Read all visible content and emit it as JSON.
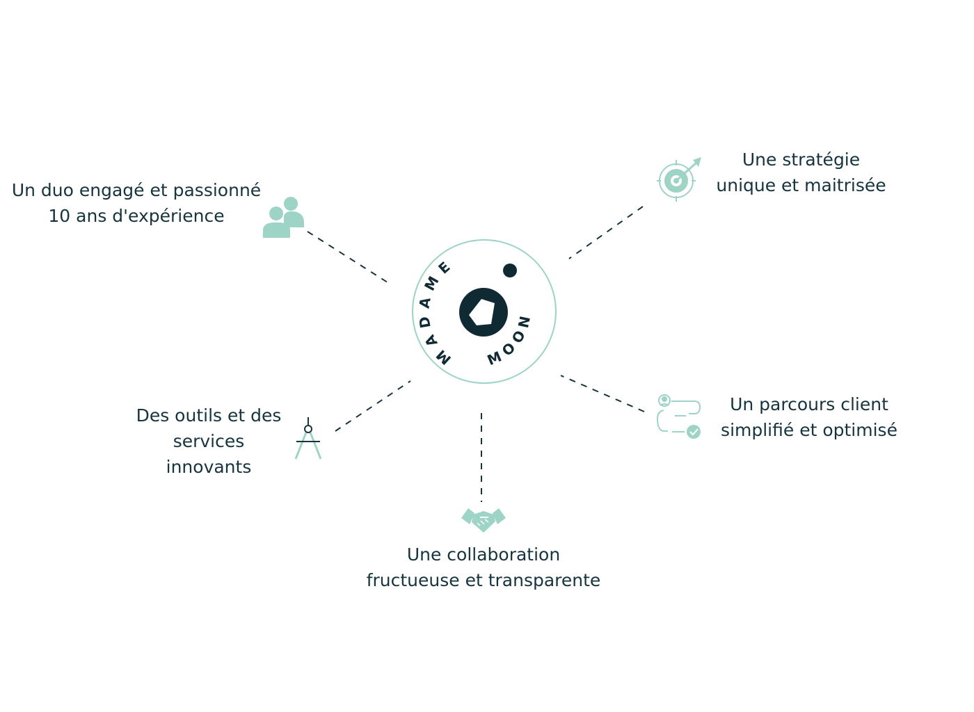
{
  "logo": {
    "ring_text_top": "MADAME",
    "ring_text_bottom": "MOON"
  },
  "features": [
    {
      "id": "duo",
      "icon": "people-icon",
      "lines": [
        "Un duo engagé et passionné",
        "10 ans d'expérience"
      ]
    },
    {
      "id": "strategie",
      "icon": "target-arrow-icon",
      "lines": [
        "Une stratégie",
        "unique et maitrisée"
      ]
    },
    {
      "id": "outils",
      "icon": "compass-icon",
      "lines": [
        "Des outils et des",
        "services",
        "innovants"
      ]
    },
    {
      "id": "parcours",
      "icon": "customer-journey-icon",
      "lines": [
        "Un parcours client",
        "simplifié et optimisé"
      ]
    },
    {
      "id": "collab",
      "icon": "handshake-icon",
      "lines": [
        "Une collaboration",
        "fructueuse et transparente"
      ]
    }
  ],
  "colors": {
    "text": "#16343d",
    "accent": "#9dd4c6",
    "dark": "#0f2a33",
    "connector": "#16343d"
  }
}
